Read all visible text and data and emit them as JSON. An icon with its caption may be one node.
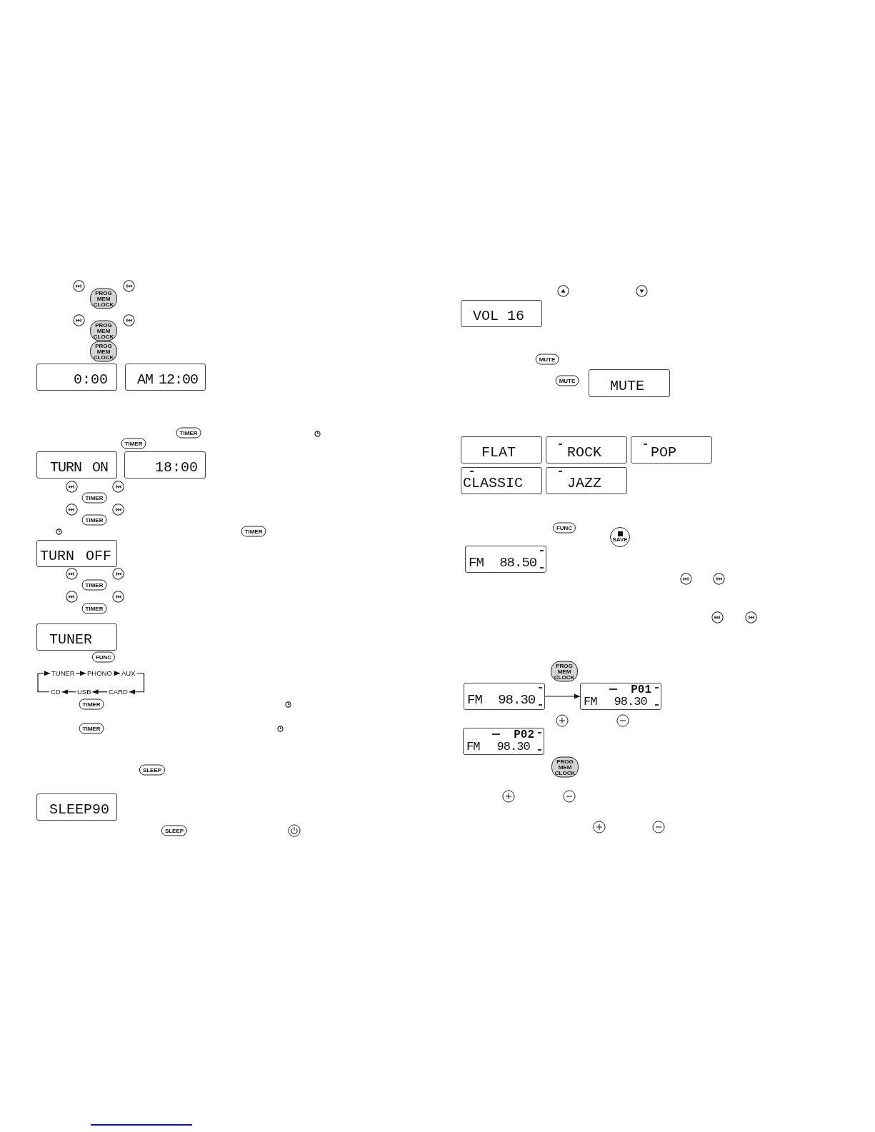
{
  "diagram": {
    "nodes": [
      {
        "text": [
          "0:00"
        ]
      },
      {
        "text": [
          "AM 12:00"
        ]
      },
      {
        "text": [
          "TURN ON"
        ]
      },
      {
        "text": [
          "18:00"
        ]
      },
      {
        "text": [
          "TURN OFF"
        ]
      },
      {
        "text": [
          "TUNER"
        ]
      },
      {
        "text": [
          "TUNER"
        ]
      },
      {
        "text": [
          "PHONO"
        ]
      },
      {
        "text": [
          "AUX"
        ]
      },
      {
        "text": [
          "CD"
        ]
      },
      {
        "text": [
          "USB"
        ]
      },
      {
        "text": [
          "CARD"
        ]
      },
      {
        "text": [
          "SLEEP90"
        ]
      },
      {
        "text": [
          "VOL 16"
        ]
      },
      {
        "text": [
          "MUTE"
        ]
      },
      {
        "text": [
          "FLAT"
        ]
      },
      {
        "text": [
          "ROCK"
        ]
      },
      {
        "text": [
          "POP"
        ]
      },
      {
        "text": [
          "CLASSIC"
        ]
      },
      {
        "text": [
          "JAZZ"
        ]
      },
      {
        "text": [
          "FM 88.50"
        ]
      },
      {
        "text": [
          "FM 98.30"
        ]
      },
      {
        "text": [
          "P01",
          "FM 98.30"
        ]
      },
      {
        "text": [
          "P02",
          "FM 98.30"
        ]
      }
    ],
    "edges": [
      {
        "from": 6,
        "to": 7,
        "arrow": "to"
      },
      {
        "from": 7,
        "to": 8,
        "arrow": "to"
      },
      {
        "from": 8,
        "to": 11,
        "arrow": "to"
      },
      {
        "from": 11,
        "to": 10,
        "arrow": "to"
      },
      {
        "from": 10,
        "to": 9,
        "arrow": "to"
      },
      {
        "from": 9,
        "to": 6,
        "arrow": "to"
      },
      {
        "from": 21,
        "to": 22,
        "arrow": "to"
      }
    ],
    "labels": [
      "PROG MEM CLOCK",
      "PROG MEM CLOCK",
      "PROG MEM CLOCK",
      "TIMER",
      "TIMER",
      "TIMER",
      "TIMER",
      "TIMER",
      "TIMER",
      "TIMER",
      "FUNC",
      "TIMER",
      "TIMER",
      "SLEEP",
      "SLEEP",
      "MUTE",
      "MUTE",
      "FUNC",
      "SAVE",
      "PROG MEM CLOCK",
      "PROG MEM CLOCK"
    ]
  }
}
